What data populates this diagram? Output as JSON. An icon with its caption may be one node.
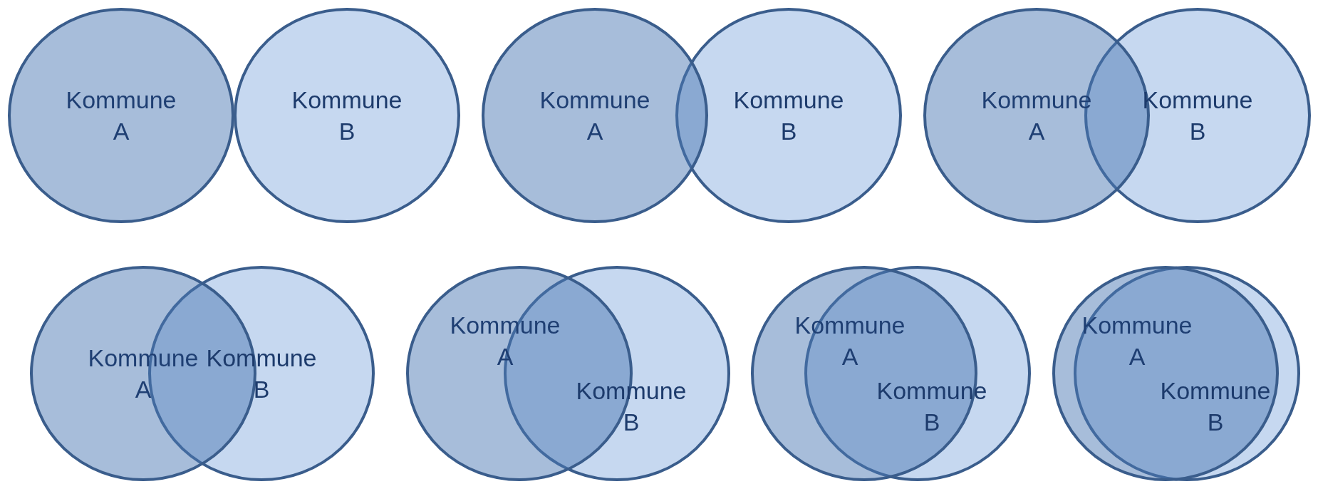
{
  "diagram": {
    "nodes": [
      {
        "text": [
          "Kommune A"
        ]
      },
      {
        "text": [
          "Kommune B"
        ]
      },
      {
        "text": [
          "Kommune A"
        ]
      },
      {
        "text": [
          "Kommune B"
        ]
      },
      {
        "text": [
          "Kommune A"
        ]
      },
      {
        "text": [
          "Kommune B"
        ]
      },
      {
        "text": [
          "Kommune A"
        ]
      },
      {
        "text": [
          "Kommune B"
        ]
      },
      {
        "text": [
          "Kommune A"
        ]
      },
      {
        "text": [
          "Kommune B"
        ]
      },
      {
        "text": [
          "Kommune A"
        ]
      },
      {
        "text": [
          "Kommune B"
        ]
      },
      {
        "text": [
          "Kommune A"
        ]
      },
      {
        "text": [
          "Kommune B"
        ]
      }
    ]
  }
}
